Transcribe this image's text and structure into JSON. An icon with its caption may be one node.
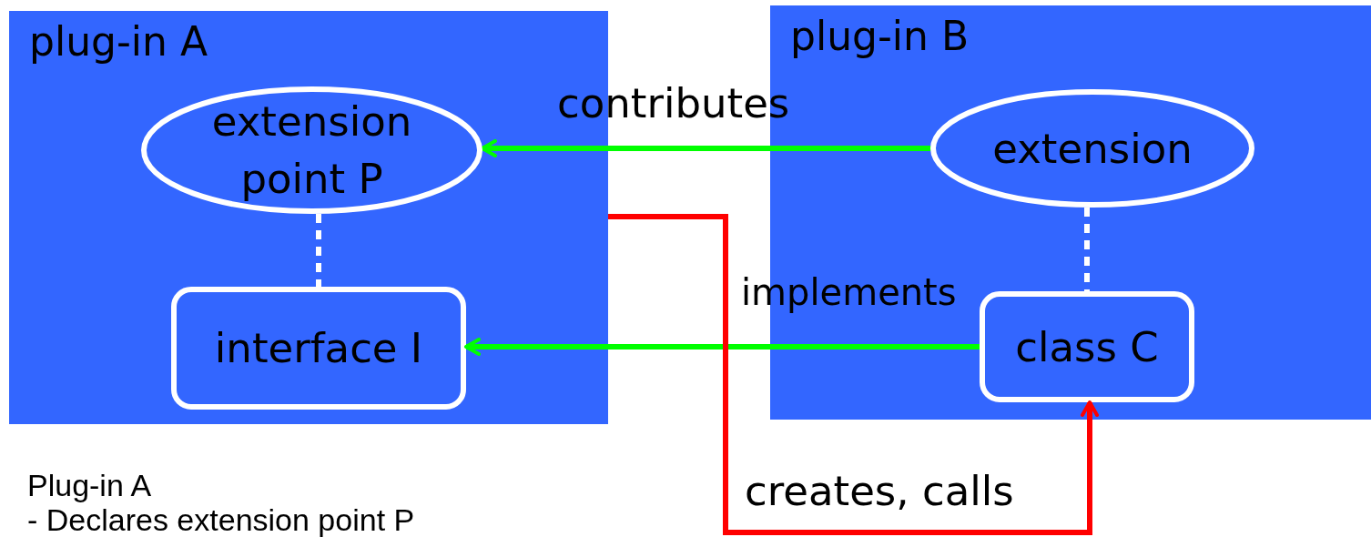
{
  "diagram": {
    "nodes": [
      {
        "text": [
          "plug-in A"
        ]
      },
      {
        "text": [
          "extension point P"
        ],
        "in": 0
      },
      {
        "text": [
          "interface I"
        ],
        "in": 0
      },
      {
        "text": [
          "plug-in B"
        ]
      },
      {
        "text": [
          "extension"
        ],
        "in": 3
      },
      {
        "text": [
          "class C"
        ],
        "in": 3
      }
    ],
    "edges": [
      {
        "from": 4,
        "to": 1,
        "arrow": "to",
        "label": "contributes",
        "color": "#00ff00"
      },
      {
        "from": 5,
        "to": 2,
        "arrow": "to",
        "label": "implements",
        "color": "#00ff00"
      },
      {
        "from": 0,
        "to": 5,
        "arrow": "to",
        "label": "creates, calls",
        "color": "#ff0000"
      },
      {
        "from": 1,
        "to": 2,
        "arrow": "none",
        "style": "dashed",
        "color": "#ffffff"
      },
      {
        "from": 4,
        "to": 5,
        "arrow": "none",
        "style": "dashed",
        "color": "#ffffff"
      }
    ],
    "labels": [
      "Plug-in A",
      "- Declares extension point P"
    ]
  }
}
